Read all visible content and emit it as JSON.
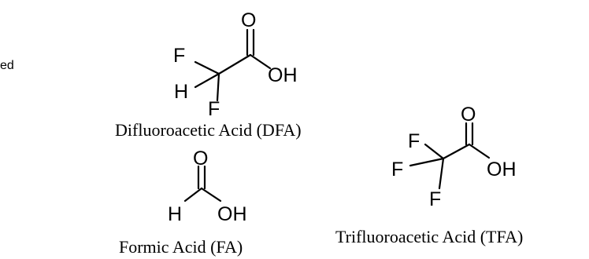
{
  "edge_fragment": "ed",
  "molecules": {
    "dfa": {
      "caption": "Difluoroacetic Acid (DFA)",
      "atoms": {
        "f_top": "F",
        "h": "H",
        "f_bottom": "F",
        "o": "O",
        "oh": "OH"
      }
    },
    "tfa": {
      "caption": "Trifluoroacetic Acid (TFA)",
      "atoms": {
        "f_top": "F",
        "f_left": "F",
        "f_bottom": "F",
        "o": "O",
        "oh": "OH"
      }
    },
    "fa": {
      "caption": "Formic Acid (FA)",
      "atoms": {
        "h": "H",
        "o": "O",
        "oh": "OH"
      }
    }
  }
}
